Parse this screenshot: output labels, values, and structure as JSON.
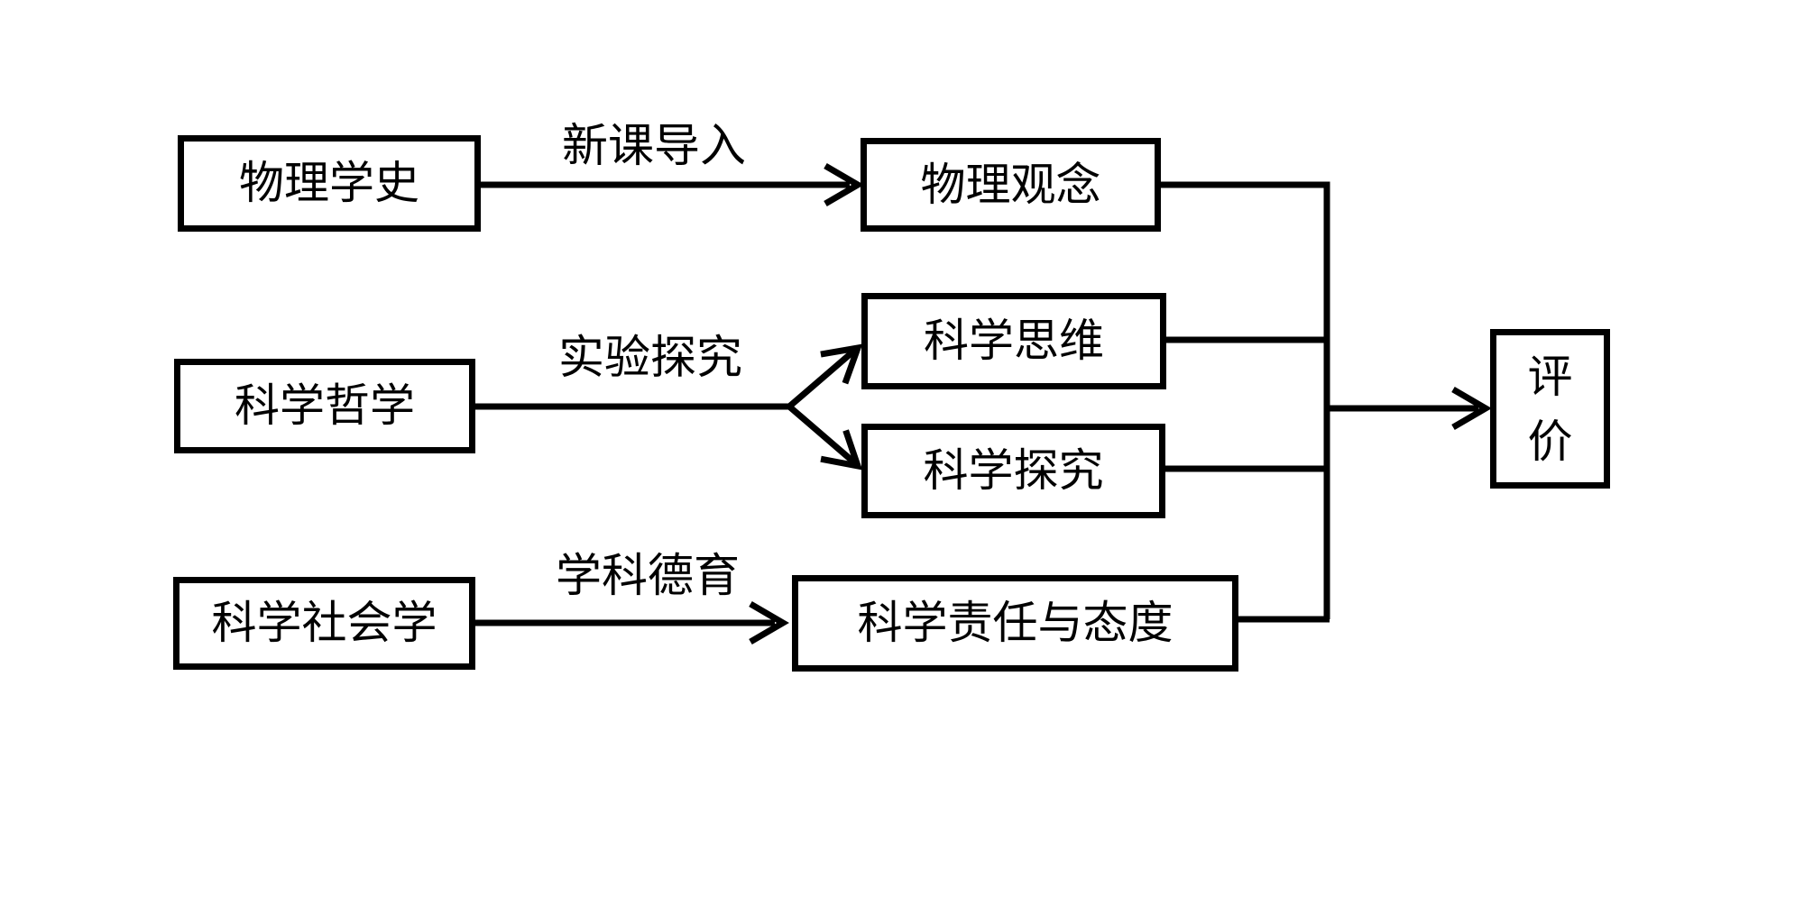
{
  "diagram": {
    "background_color": "#ffffff",
    "line_color": "#000000",
    "nodes": {
      "history_of_physics": {
        "label": "物理学史"
      },
      "physics_concepts": {
        "label": "物理观念"
      },
      "philosophy_of_science": {
        "label": "科学哲学"
      },
      "scientific_thinking": {
        "label": "科学思维"
      },
      "scientific_inquiry": {
        "label": "科学探究"
      },
      "sociology_of_science": {
        "label": "科学社会学"
      },
      "responsibility_attitude": {
        "label": "科学责任与态度"
      },
      "evaluation": {
        "label": "评价",
        "lines": [
          "评",
          "价"
        ]
      }
    },
    "edge_labels": {
      "new_lesson_intro": "新课导入",
      "experimental_inquiry": "实验探究",
      "subject_moral_education": "学科德育"
    }
  }
}
